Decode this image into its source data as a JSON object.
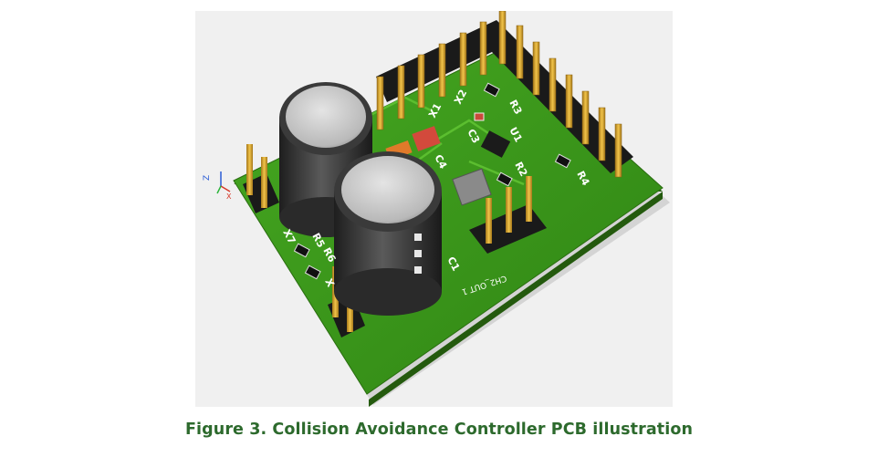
{
  "figure": {
    "caption": "Figure 3. Collision Avoidance Controller PCB illustration",
    "board_labels": {
      "x1": "X1",
      "x2": "X2",
      "c3": "C3",
      "r3": "R3",
      "u1": "U1",
      "c4": "C4",
      "r2": "R2",
      "r4": "R4",
      "x7": "X7",
      "r5": "R5",
      "r6": "R6",
      "x": "X",
      "c1": "C1",
      "ch2_out": "CH2_OUT 1"
    },
    "axis_labels": {
      "z": "Z",
      "x": "X"
    },
    "colors": {
      "pcb": "#3e9a1c",
      "pcb_edge": "#245a0e",
      "pin": "#d8a52a",
      "capacitor": "#3a3a3a",
      "caption": "#2d6a2d"
    }
  }
}
